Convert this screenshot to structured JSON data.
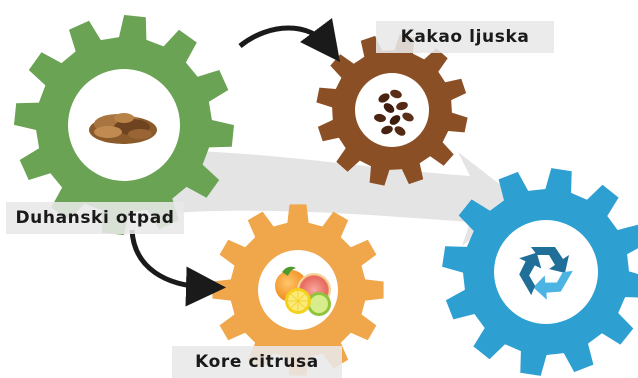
{
  "labels": {
    "tobacco_waste": "Duhanski otpad",
    "cocoa_shell": "Kakao ljuska",
    "citrus_peel": "Kore citrusa"
  },
  "colors": {
    "green_gear": "#6aa353",
    "brown_gear": "#8b4f26",
    "orange_gear": "#f0a64a",
    "blue_gear": "#2e9fd1",
    "recycle_dark": "#1f6f98",
    "recycle_light": "#4cb4e3",
    "arrow": "#1a1a1a",
    "flow_band": "#e4e4e4",
    "label_bg": "#e8e8e8"
  },
  "icons": {
    "tobacco_gear": "tobacco-leaves-icon",
    "cocoa_gear": "cocoa-beans-icon",
    "citrus_gear": "citrus-fruits-icon",
    "recycle_gear": "recycle-icon"
  }
}
